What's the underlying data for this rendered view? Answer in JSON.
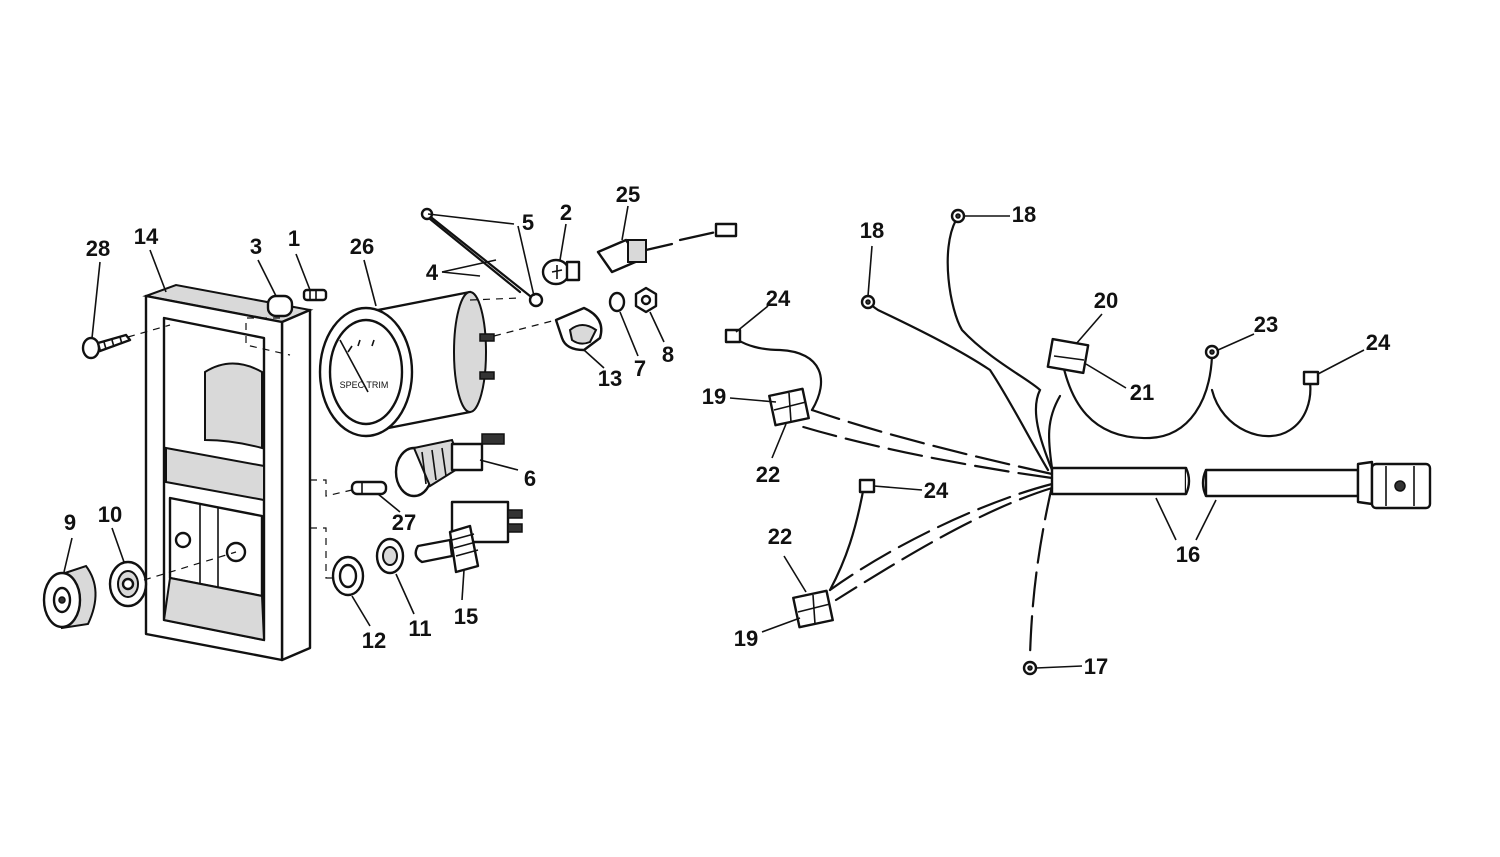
{
  "callouts": {
    "c1": "1",
    "c2": "2",
    "c3": "3",
    "c4": "4",
    "c5": "5",
    "c6": "6",
    "c7": "7",
    "c8": "8",
    "c9": "9",
    "c10": "10",
    "c11": "11",
    "c12": "12",
    "c13": "13",
    "c14": "14",
    "c15": "15",
    "c16": "16",
    "c17": "17",
    "c18a": "18",
    "c18b": "18",
    "c19a": "19",
    "c19b": "19",
    "c20": "20",
    "c21": "21",
    "c22a": "22",
    "c22b": "22",
    "c23": "23",
    "c24a": "24",
    "c24b": "24",
    "c24c": "24",
    "c25": "25",
    "c26": "26",
    "c27": "27",
    "c28": "28"
  },
  "gauge_face_text": "SPEC TRIM"
}
